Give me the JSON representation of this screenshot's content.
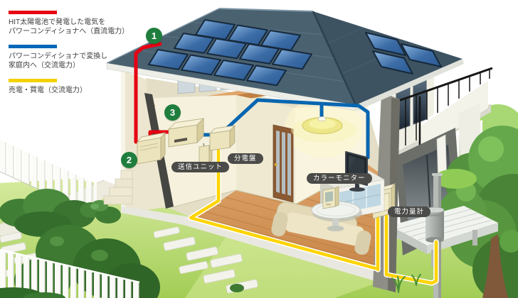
{
  "diagram": {
    "legend": [
      {
        "color": "#e60012",
        "lines": [
          "HIT太陽電池で発電した電気を",
          "パワーコンディショナへ（直流電力）"
        ]
      },
      {
        "color": "#0068b7",
        "lines": [
          "パワーコンディショナで変換し",
          "家庭内へ（交流電力）"
        ]
      },
      {
        "color": "#f2d200",
        "lines": [
          "売電・買電（交流電力）"
        ]
      }
    ],
    "step_markers": [
      {
        "number": "1"
      },
      {
        "number": "2"
      },
      {
        "number": "3"
      }
    ],
    "equipment_labels": {
      "transmitter_unit": "送信ユニット",
      "distribution_board": "分電盤",
      "color_monitor": "カラーモニター",
      "watt_hour_meter": "電力量計"
    },
    "colors": {
      "dc_power_line": "#e60012",
      "ac_power_line": "#0068b7",
      "grid_power_line": "#ffd400",
      "step_marker": "#1f7e3d",
      "label_badge": "#4b4b49"
    }
  }
}
